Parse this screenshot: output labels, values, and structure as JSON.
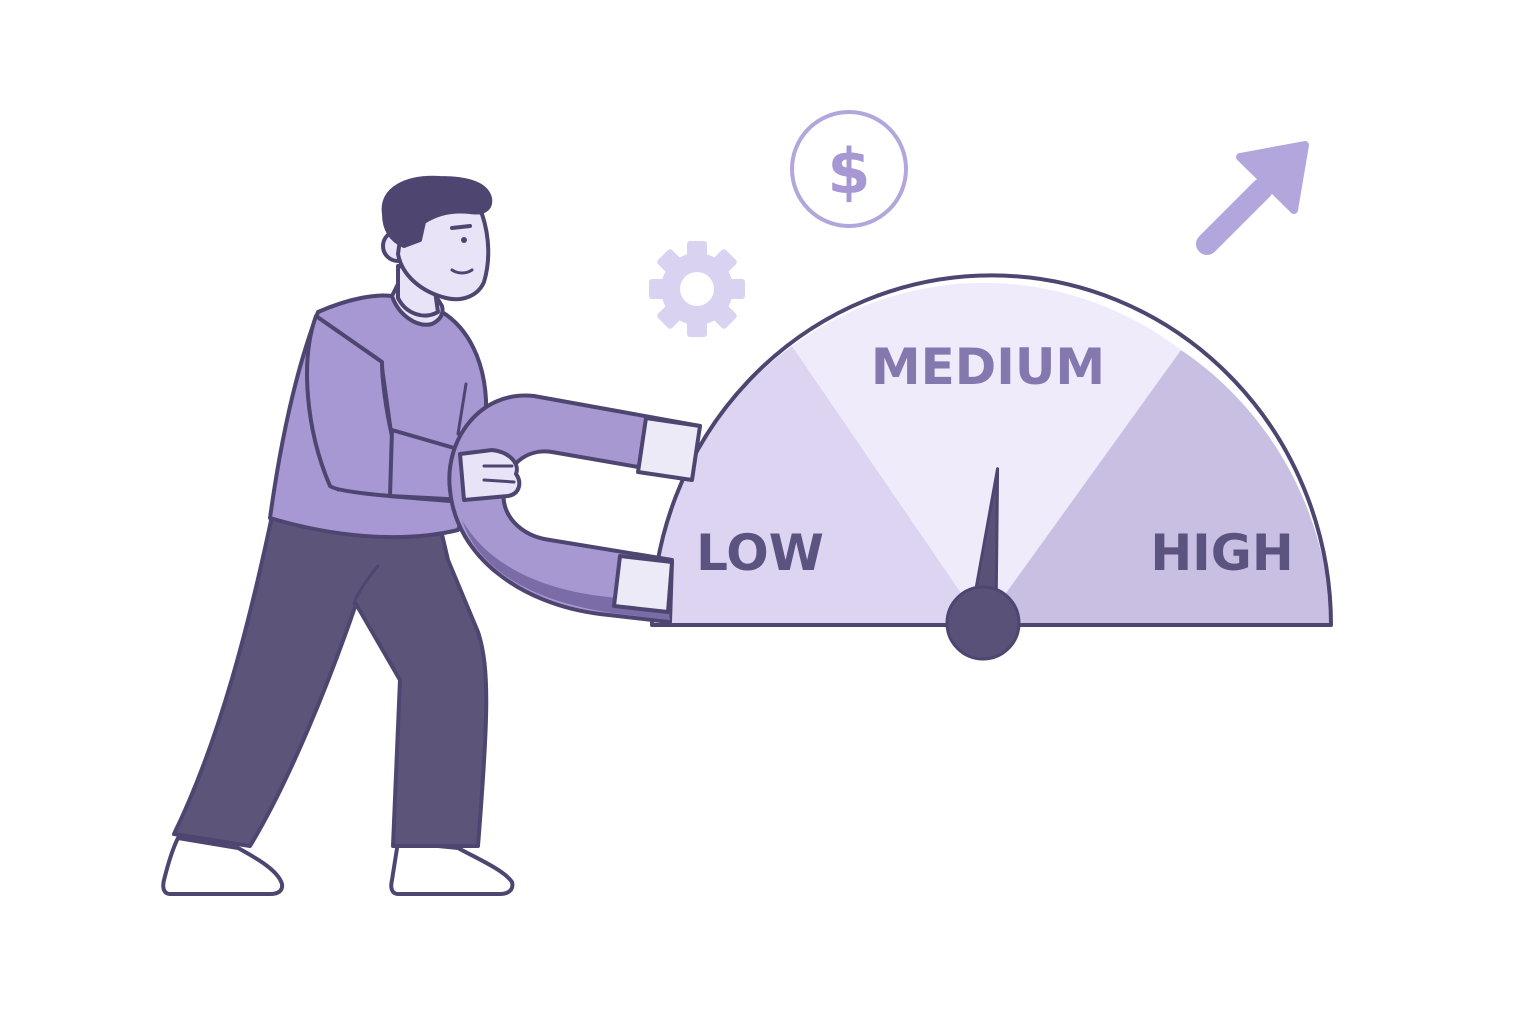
{
  "gauge": {
    "labels": {
      "low": "LOW",
      "medium": "MEDIUM",
      "high": "HIGH"
    },
    "needle_level": 0.53,
    "colors": {
      "low": "#DCD4F1",
      "medium": "#EFEBFB",
      "high": "#C9BFE3",
      "outline": "#4E4670",
      "needle": "#5A5179",
      "label_text": "#5B5380"
    }
  },
  "icons": {
    "coin": "dollar-coin-icon",
    "coin_symbol": "$",
    "gear": "gear-icon",
    "arrow": "arrow-up-right-icon"
  },
  "figure": {
    "subject": "person-holding-magnet",
    "colors": {
      "shirt": "#A797D3",
      "pants": "#5C5579",
      "skin": "#E8E3F7",
      "hair": "#4E4670",
      "magnet": "#A898D2",
      "magnet_tip": "#EDEAF7",
      "accent": "#B3A6DC",
      "gear": "#D9D2F0"
    }
  }
}
